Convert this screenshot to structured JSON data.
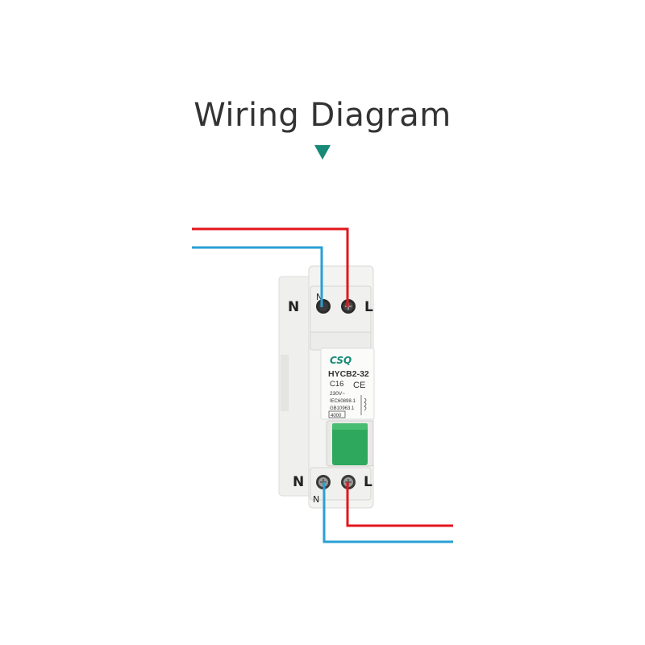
{
  "title": "Wiring Diagram",
  "colors": {
    "accent": "#178a77",
    "line_wire": "#e3161c",
    "neutral_wire": "#2a9fd6",
    "handle": "#2ea85c",
    "breaker_body": "#f3f3f1"
  },
  "breaker": {
    "brand": "CSQ",
    "model": "HYCB2-32",
    "rating": "C16",
    "voltage": "230V~",
    "standard_1": "IEC60898-1",
    "standard_2": "GB10963.1",
    "breaking_capacity": "4000",
    "ce_mark": "CE"
  },
  "terminals": {
    "top_neutral": "N",
    "top_line": "L",
    "bottom_neutral": "N",
    "bottom_line": "L",
    "body_top_neutral": "N",
    "body_bottom_neutral": "N"
  }
}
